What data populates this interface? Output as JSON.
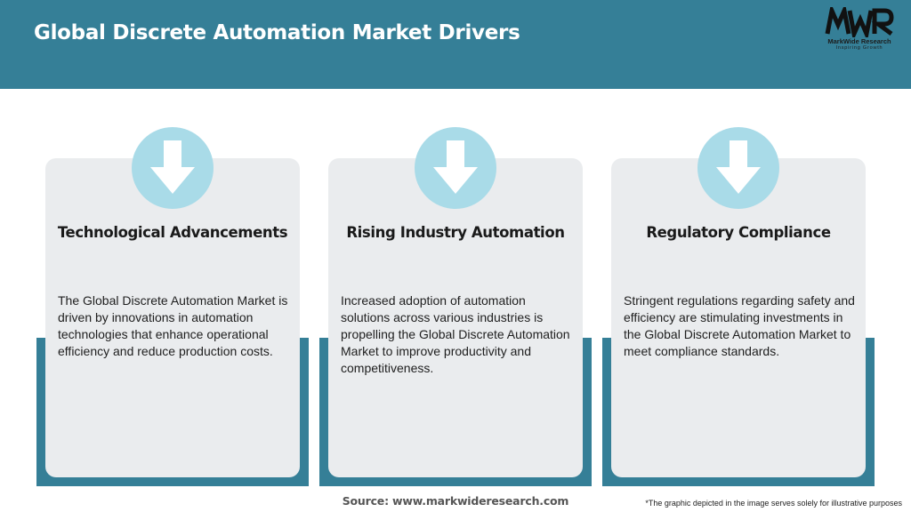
{
  "header": {
    "title": "Global Discrete Automation Market Drivers"
  },
  "logo": {
    "mark": "MWR",
    "name": "MarkWide Research",
    "tagline": "Inspiring Growth"
  },
  "cards": [
    {
      "icon": "arrow-down-icon",
      "heading": "Technological Advancements",
      "text": "The Global Discrete Automation Market is driven by innovations in automation technologies that enhance operational efficiency and reduce production costs."
    },
    {
      "icon": "arrow-down-icon",
      "heading": "Rising Industry Automation",
      "text": "Increased adoption of automation solutions across various industries is propelling the Global Discrete Automation Market to improve productivity and competitiveness."
    },
    {
      "icon": "arrow-down-icon",
      "heading": "Regulatory Compliance",
      "text": "Stringent regulations regarding safety and efficiency are stimulating investments in the Global Discrete Automation Market to meet compliance standards."
    }
  ],
  "footer": {
    "source": "Source: www.markwideresearch.com",
    "note": "*The graphic depicted in the image serves solely for illustrative purposes"
  },
  "colors": {
    "header": "#357f97",
    "card": "#eaecee",
    "icon_circle": "#a9dbe8",
    "arrow": "#ffffff"
  }
}
